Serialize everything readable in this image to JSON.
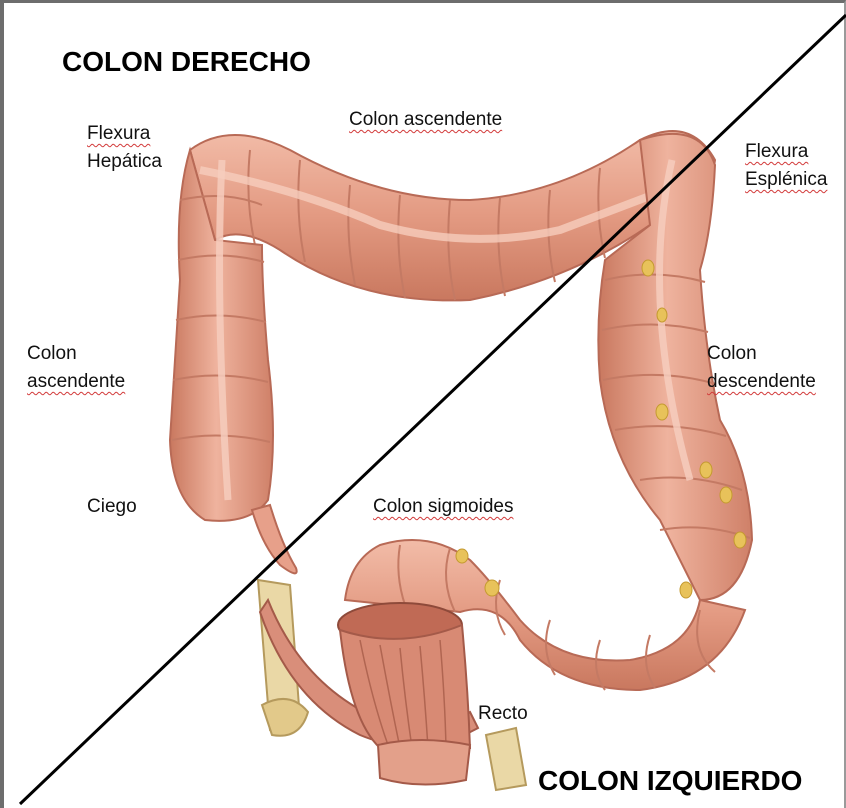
{
  "titles": {
    "right_colon": "COLON DERECHO",
    "left_colon": "COLON IZQUIERDO"
  },
  "labels": {
    "hepatic_flexure_line1": "Flexura",
    "hepatic_flexure_line2": "Hepática",
    "transverse_colon": "Colon ascendente",
    "splenic_flexure_line1": "Flexura",
    "splenic_flexure_line2": "Esplénica",
    "ascending_colon_line1": "Colon",
    "ascending_colon_line2": "ascendente",
    "descending_colon_line1": "Colon",
    "descending_colon_line2": "descendente",
    "cecum": "Ciego",
    "sigmoid_colon": "Colon sigmoides",
    "rectum": "Recto"
  },
  "colors": {
    "colon_fill": "#e9a690",
    "colon_stroke": "#b86a56",
    "band": "#f3c6b6",
    "fat": "#e8c25a",
    "bone": "#e9d7a3",
    "divider": "#000000"
  }
}
